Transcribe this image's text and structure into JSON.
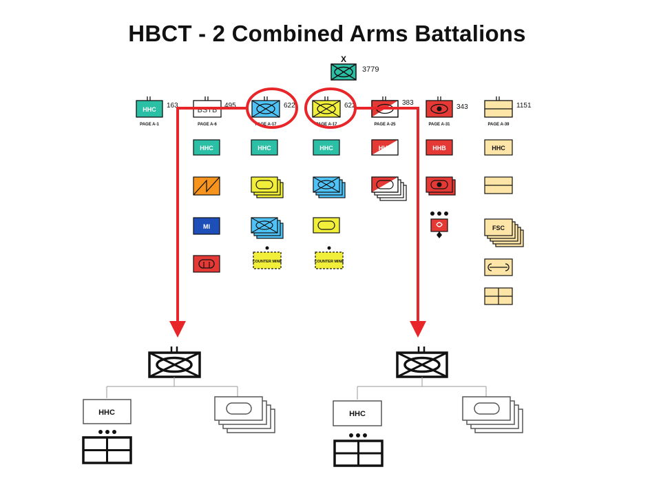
{
  "title": "HBCT - 2 Combined Arms Battalions",
  "brigade": {
    "echelon": "X",
    "strength": "3779"
  },
  "columns": [
    {
      "label": "HHC",
      "strength": "163",
      "page": "PAGE A-1",
      "color": "#2bbfa5"
    },
    {
      "label": "BSTB",
      "strength": "495",
      "page": "PAGE A-6",
      "color": "#ffffff"
    },
    {
      "label": "",
      "strength": "622",
      "page": "PAGE A-17",
      "color": "#4fc3f7"
    },
    {
      "label": "",
      "strength": "622",
      "page": "PAGE A-17",
      "color": "#f2ef3a"
    },
    {
      "label": "",
      "strength": "383",
      "page": "PAGE A-25",
      "color": "#e53935"
    },
    {
      "label": "",
      "strength": "343",
      "page": "PAGE A-31",
      "color": "#e53935"
    },
    {
      "label": "",
      "strength": "1151",
      "page": "PAGE A-39",
      "color": "#fde5a8"
    }
  ],
  "unit_labels": {
    "bstb_hhc": "HHC",
    "bstb_mi": "MI",
    "cab1_hhc": "HHC",
    "cab1_counter_mine": "COUNTER MINE",
    "cab2_hhc": "HHC",
    "cab2_counter_mine": "COUNTER MINE",
    "cav_hht": "HHT",
    "fa_hhb": "HHB",
    "bsb_hhc": "HHC",
    "bsb_fsc": "FSC"
  },
  "battalion_charts": [
    {
      "hq_label": "HHC"
    },
    {
      "hq_label": "HHC"
    }
  ],
  "colors": {
    "accent_red": "#e8262a",
    "teal": "#2bbfa5",
    "blue": "#4fc3f7",
    "yellow": "#f2ef3a",
    "red": "#e53935",
    "navy": "#1e4fb8",
    "cream": "#fde5a8",
    "orange": "#f7941d"
  }
}
